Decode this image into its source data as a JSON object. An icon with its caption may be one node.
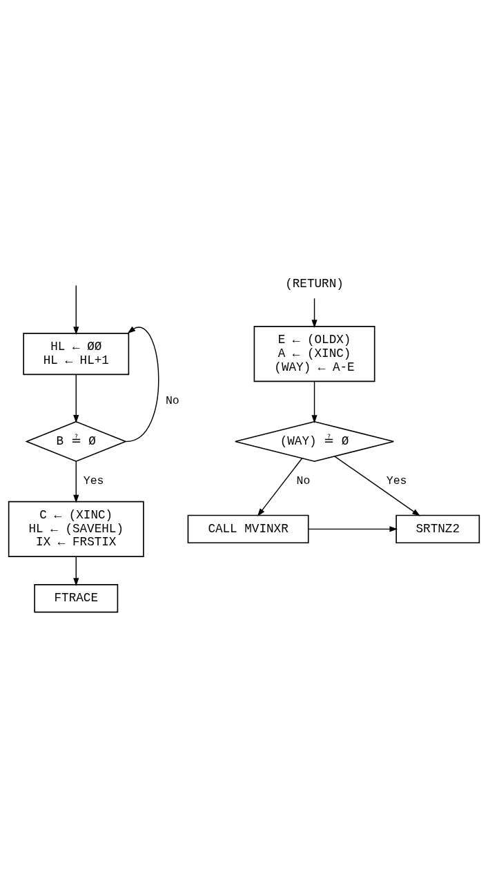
{
  "diagram": {
    "nodes": [
      {
        "text": [
          "HL ← ØØ",
          "HL ← HL+1"
        ]
      },
      {
        "text": [
          "B ≟ Ø"
        ]
      },
      {
        "text": [
          "C ← (XINC)",
          "HL ← (SAVEHL)",
          "IX ← FRSTIX"
        ]
      },
      {
        "text": [
          "FTRACE"
        ]
      },
      {
        "text": [
          "(RETURN)"
        ]
      },
      {
        "text": [
          "E ← (OLDX)",
          "A ← (XINC)",
          "(WAY) ← A-E"
        ]
      },
      {
        "text": [
          "(WAY) ≟ Ø"
        ]
      },
      {
        "text": [
          "CALL MVINXR"
        ]
      },
      {
        "text": [
          "SRTNZ2"
        ]
      }
    ],
    "edges": [
      {
        "from": null,
        "to": 0,
        "arrow": "to"
      },
      {
        "from": 1,
        "to": 0,
        "arrow": "to",
        "label": "No"
      },
      {
        "from": 0,
        "to": 1,
        "arrow": "to"
      },
      {
        "from": 1,
        "to": 2,
        "arrow": "to",
        "label": "Yes"
      },
      {
        "from": 2,
        "to": 3,
        "arrow": "to"
      },
      {
        "from": 4,
        "to": 5,
        "arrow": "to"
      },
      {
        "from": 5,
        "to": 6,
        "arrow": "to"
      },
      {
        "from": 6,
        "to": 8,
        "arrow": "to",
        "label": "Yes"
      },
      {
        "from": 6,
        "to": 7,
        "arrow": "to",
        "label": "No"
      },
      {
        "from": 7,
        "to": 8,
        "arrow": "to"
      }
    ]
  }
}
